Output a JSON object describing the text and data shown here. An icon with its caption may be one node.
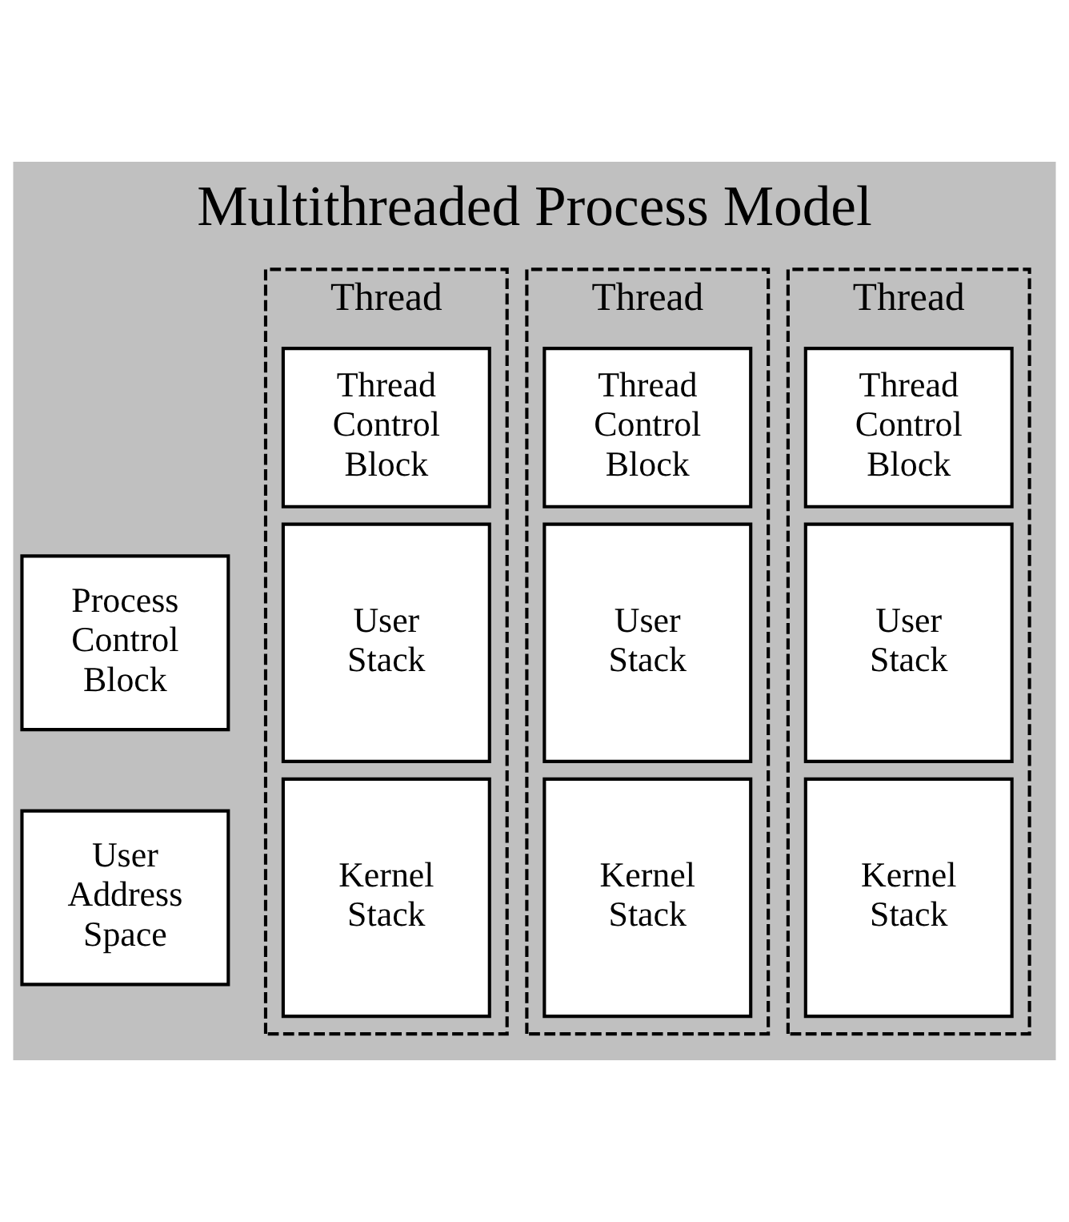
{
  "diagram": {
    "title": "Multithreaded Process Model",
    "nodes": [
      {
        "text": [
          "Process Control Block"
        ]
      },
      {
        "text": [
          "User Address Space"
        ]
      },
      {
        "text": [
          "Thread"
        ]
      },
      {
        "text": [
          "Thread Control Block"
        ],
        "in": 2
      },
      {
        "text": [
          "User Stack"
        ],
        "in": 2
      },
      {
        "text": [
          "Kernel Stack"
        ],
        "in": 2
      },
      {
        "text": [
          "Thread"
        ]
      },
      {
        "text": [
          "Thread Control Block"
        ],
        "in": 6
      },
      {
        "text": [
          "User Stack"
        ],
        "in": 6
      },
      {
        "text": [
          "Kernel Stack"
        ],
        "in": 6
      },
      {
        "text": [
          "Thread"
        ]
      },
      {
        "text": [
          "Thread Control Block"
        ],
        "in": 10
      },
      {
        "text": [
          "User Stack"
        ],
        "in": 10
      },
      {
        "text": [
          "Kernel Stack"
        ],
        "in": 10
      }
    ],
    "edges": []
  }
}
